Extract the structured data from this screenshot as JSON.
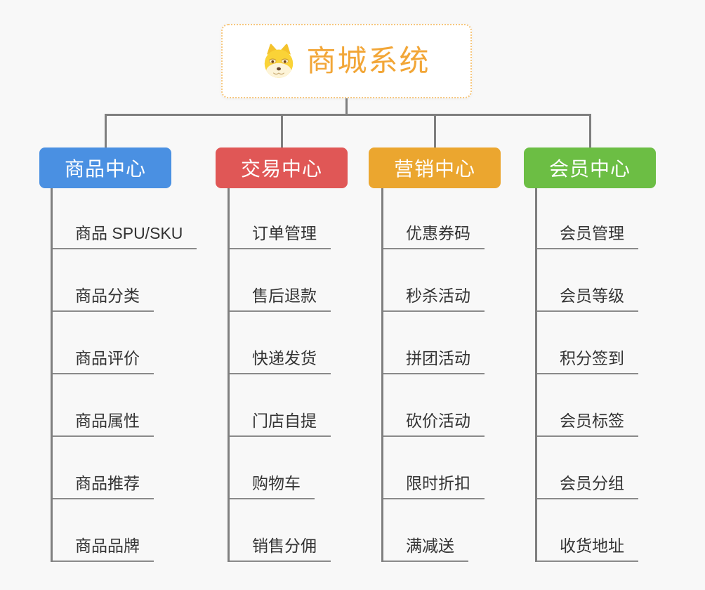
{
  "root": {
    "title": "商城系统",
    "icon": "doge-icon"
  },
  "branches": [
    {
      "label": "商品中心",
      "color": "#4A90E2",
      "children": [
        "商品 SPU/SKU",
        "商品分类",
        "商品评价",
        "商品属性",
        "商品推荐",
        "商品品牌"
      ]
    },
    {
      "label": "交易中心",
      "color": "#E05756",
      "children": [
        "订单管理",
        "售后退款",
        "快递发货",
        "门店自提",
        "购物车",
        "销售分佣"
      ]
    },
    {
      "label": "营销中心",
      "color": "#EBA62F",
      "children": [
        "优惠券码",
        "秒杀活动",
        "拼团活动",
        "砍价活动",
        "限时折扣",
        "满减送"
      ]
    },
    {
      "label": "会员中心",
      "color": "#6CBE44",
      "children": [
        "会员管理",
        "会员等级",
        "积分签到",
        "会员标签",
        "会员分组",
        "收货地址"
      ]
    }
  ],
  "colors": {
    "root_accent": "#F2A637",
    "root_border": "#F6C77E",
    "connector": "#7F7F7F",
    "underline": "#8A8A8A",
    "child_text": "#333333",
    "background": "#F8F8F8"
  }
}
